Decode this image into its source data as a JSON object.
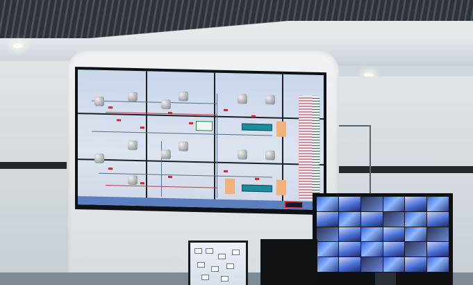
{
  "scene": {
    "description_type": "photograph",
    "video_wall": {
      "title_text": "",
      "subtitle_text": ""
    },
    "colors": {
      "wall": "#dde2e6",
      "ceiling": "#2d3338",
      "screen_bg": "#d4deee",
      "accent_red": "#d8202e",
      "teal": "#1f8a9a",
      "footer_blue": "#5d7fbf",
      "cctv_blue": "#4b6fd6"
    },
    "cctv_grid": {
      "columns": 6,
      "rows": 5
    }
  }
}
